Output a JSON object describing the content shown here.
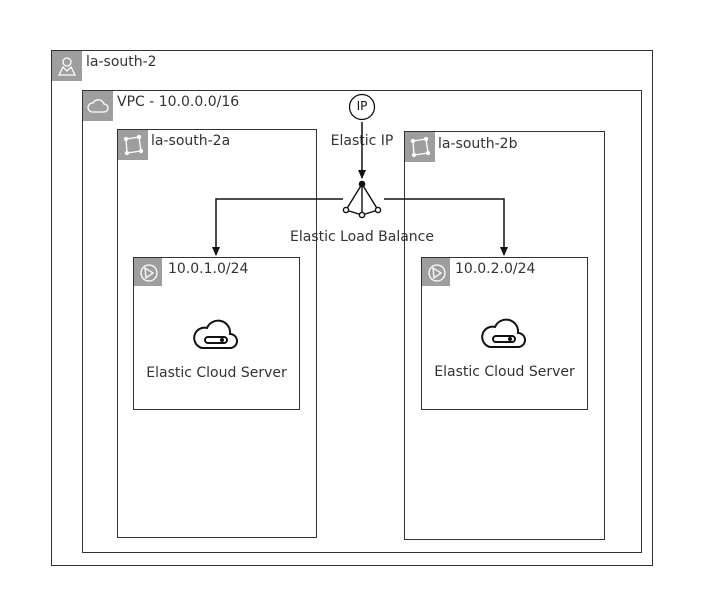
{
  "region": {
    "label": "la-south-2"
  },
  "vpc": {
    "label": "VPC - 10.0.0.0/16"
  },
  "zones": [
    {
      "label": "la-south-2a",
      "subnet": {
        "label": "10.0.1.0/24",
        "server_label": "Elastic Cloud Server"
      }
    },
    {
      "label": "la-south-2b",
      "subnet": {
        "label": "10.0.2.0/24",
        "server_label": "Elastic Cloud Server"
      }
    }
  ],
  "elastic_ip": {
    "icon_text": "IP",
    "label": "Elastic IP"
  },
  "load_balancer": {
    "label": "Elastic Load Balance"
  },
  "colors": {
    "line": "#333333",
    "badge": "#9e9e9e",
    "text": "#333333"
  },
  "icons": {
    "region": "region-icon",
    "vpc": "cloud-icon",
    "zone": "availability-zone-icon",
    "subnet": "subnet-icon",
    "server": "cloud-server-icon",
    "eip": "elastic-ip-icon",
    "elb": "load-balancer-icon"
  }
}
